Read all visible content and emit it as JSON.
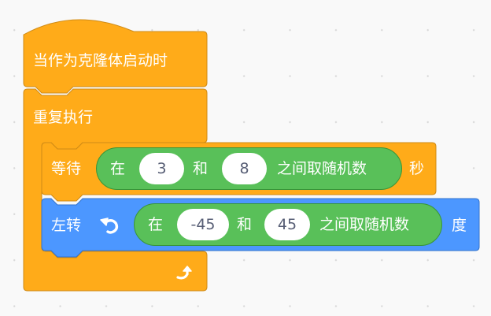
{
  "workspace": {
    "background_color": "#f9f9f9",
    "grid_dot_color": "#d8d8d8"
  },
  "colors": {
    "control": "#ffab19",
    "control_border": "#cf8b17",
    "motion": "#4c97ff",
    "motion_border": "#3373cc",
    "operators": "#59c059",
    "operators_border": "#389438",
    "input_text": "#575e75"
  },
  "script": {
    "hat_block": {
      "label": "当作为克隆体启动时",
      "category": "control"
    },
    "forever_block": {
      "label": "重复执行",
      "loop_icon": "loop-arrow-icon",
      "category": "control"
    },
    "wait_block": {
      "label": "等待",
      "suffix": "秒",
      "category": "control",
      "random": {
        "prefix": "在",
        "from": "3",
        "and_label": "和",
        "to": "8",
        "suffix": "之间取随机数"
      }
    },
    "turn_left_block": {
      "label": "左转",
      "icon": "rotate-left-icon",
      "suffix": "度",
      "category": "motion",
      "random": {
        "prefix": "在",
        "from": "-45",
        "and_label": "和",
        "to": "45",
        "suffix": "之间取随机数"
      }
    }
  }
}
